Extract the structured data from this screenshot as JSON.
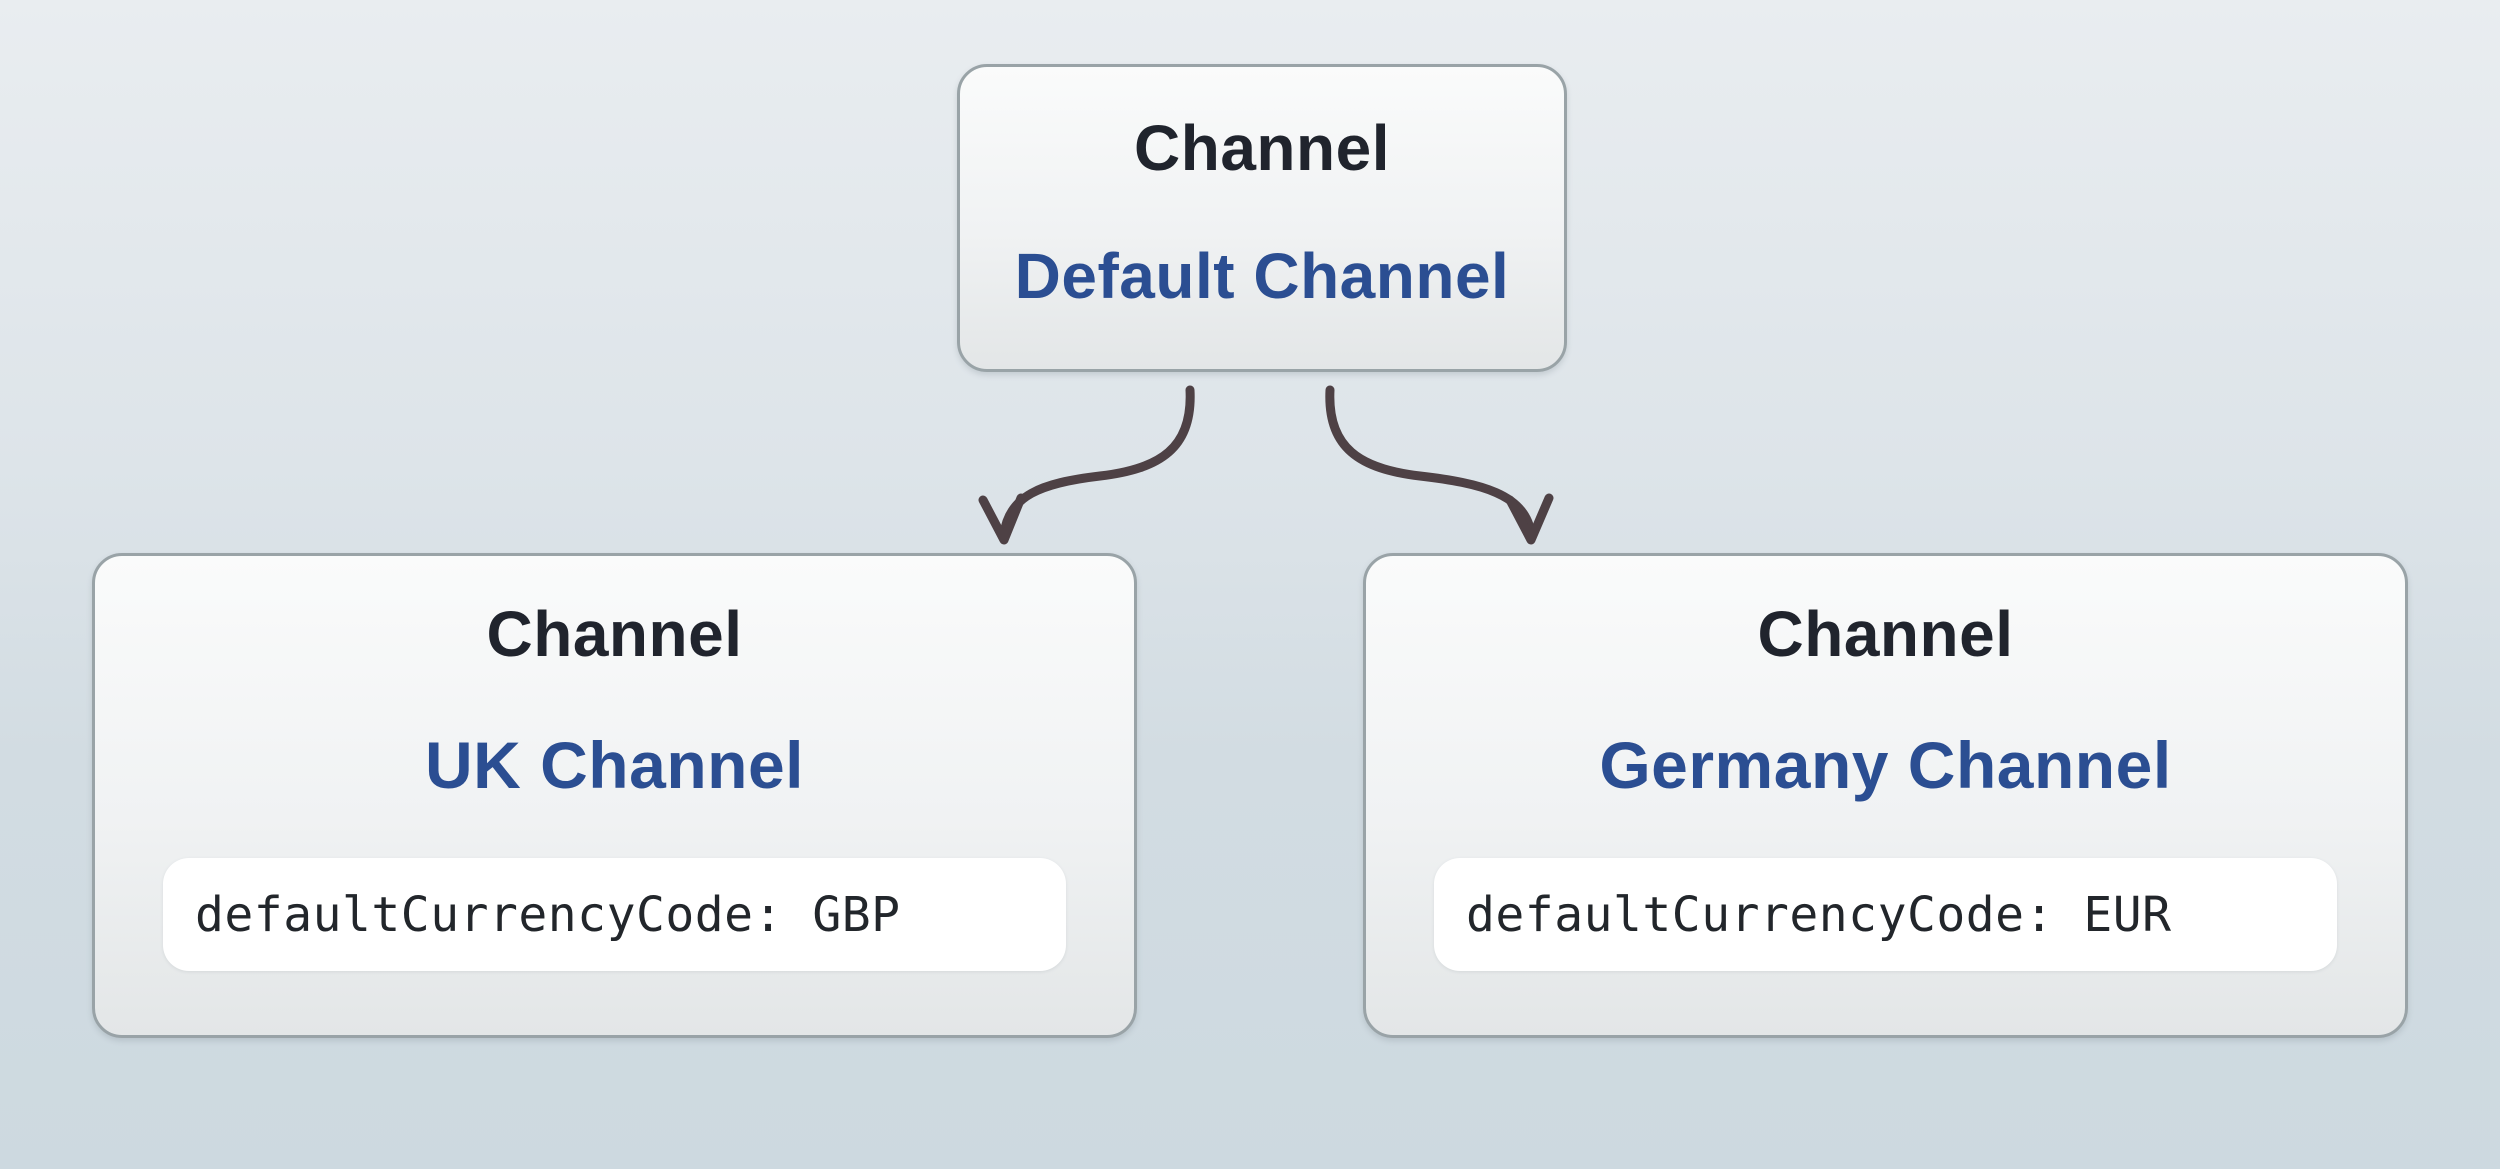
{
  "nodes": {
    "root": {
      "type_label": "Channel",
      "name": "Default Channel"
    },
    "uk": {
      "type_label": "Channel",
      "name": "UK Channel",
      "code": "defaultCurrencyCode: GBP"
    },
    "germany": {
      "type_label": "Channel",
      "name": "Germany Channel",
      "code": "defaultCurrencyCode: EUR"
    }
  },
  "edges": [
    {
      "from": "Default Channel",
      "to": "UK Channel"
    },
    {
      "from": "Default Channel",
      "to": "Germany Channel"
    }
  ],
  "colors": {
    "background_top": "#e9edf0",
    "background_bottom": "#cdd9e0",
    "node_border": "#99a3a7",
    "node_type_text": "#20242d",
    "node_name_text": "#2b4e92",
    "code_text": "#22262b",
    "arrow": "#4e4145",
    "code_pill_background": "#ffffff"
  }
}
